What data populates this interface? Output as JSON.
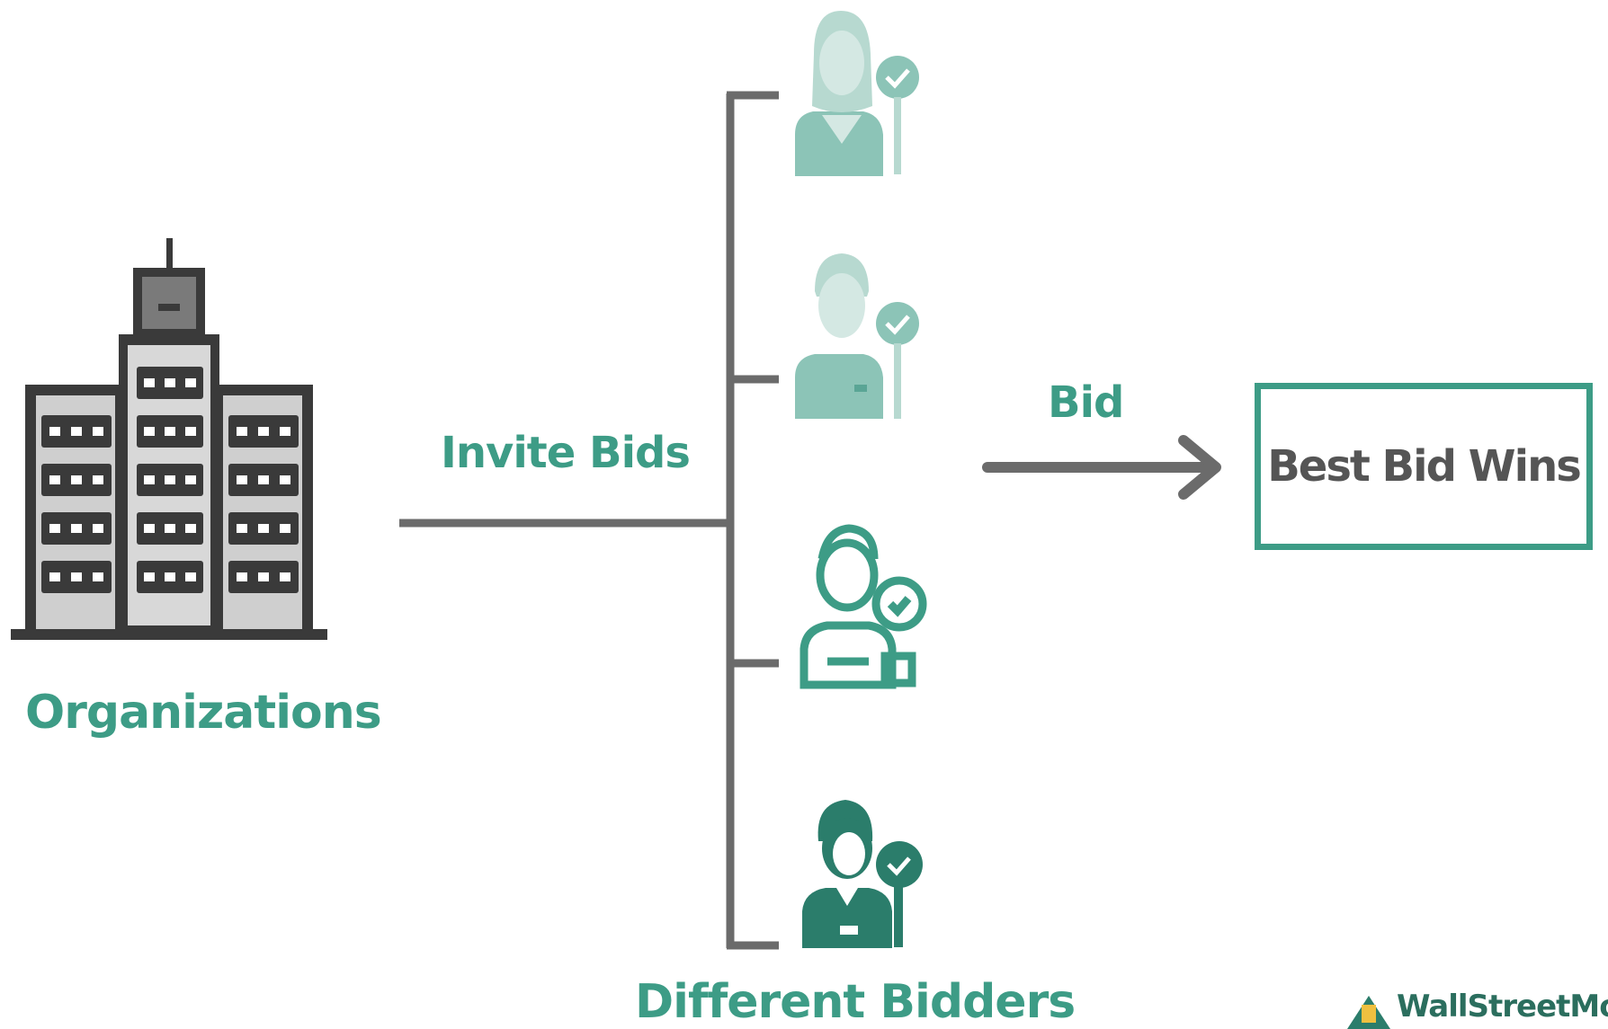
{
  "labels": {
    "organizations": "Organizations",
    "invite_bids": "Invite Bids",
    "bid": "Bid",
    "best_bid_wins": "Best Bid Wins",
    "different_bidders": "Different Bidders"
  },
  "logo": {
    "text": "WallStreetMo"
  },
  "icons": {
    "organization": "office-building-icon",
    "bidders": [
      "female-bidder-icon",
      "male-bidder-icon",
      "bidder-outline-icon",
      "bidder-solid-icon"
    ],
    "arrow": "right-arrow-icon"
  },
  "colors": {
    "teal": "#3d9c86",
    "teal_light": "#8cc4b7",
    "teal_pale": "#b7d9d0",
    "teal_dark": "#2b7d6b",
    "gray_line": "#6b6b6b",
    "dark": "#3a3a3a",
    "text_gray": "#555555"
  }
}
